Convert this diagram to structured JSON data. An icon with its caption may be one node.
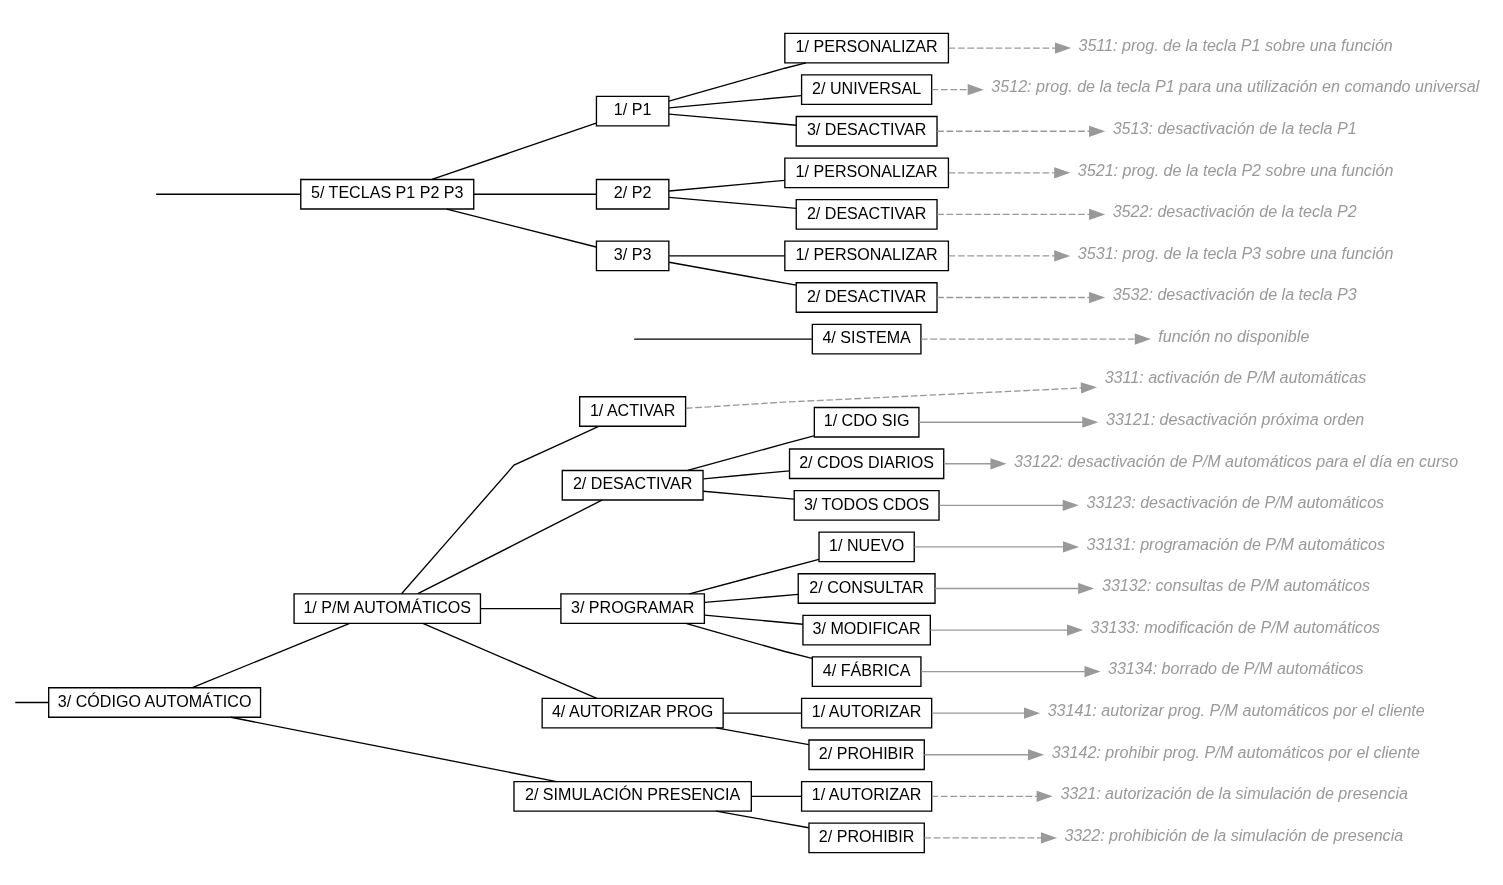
{
  "diagram": {
    "nodes": [
      {
        "text": [
          "3/ CÓDIGO AUTOMÁTICO"
        ]
      },
      {
        "text": [
          "1/ P/M AUTOMÁTICOS"
        ]
      },
      {
        "text": [
          "1/ ACTIVAR"
        ]
      },
      {
        "text": [
          "3311: activación de P/M automáticas"
        ]
      },
      {
        "text": [
          "2/ DESACTIVAR"
        ]
      },
      {
        "text": [
          "1/ CDO SIG"
        ]
      },
      {
        "text": [
          "33121: desactivación próxima orden"
        ]
      },
      {
        "text": [
          "2/ CDOS DIARIOS"
        ]
      },
      {
        "text": [
          "33122: desactivación de P/M automáticos para el día en curso"
        ]
      },
      {
        "text": [
          "3/ TODOS CDOS"
        ]
      },
      {
        "text": [
          "33123: desactivación de P/M automáticos"
        ]
      },
      {
        "text": [
          "3/ PROGRAMAR"
        ]
      },
      {
        "text": [
          "1/ NUEVO"
        ]
      },
      {
        "text": [
          "33131: programación de P/M automáticos"
        ]
      },
      {
        "text": [
          "2/ CONSULTAR"
        ]
      },
      {
        "text": [
          "33132: consultas de P/M automáticos"
        ]
      },
      {
        "text": [
          "3/ MODIFICAR"
        ]
      },
      {
        "text": [
          "33133: modificación de P/M automáticos"
        ]
      },
      {
        "text": [
          "4/ FÁBRICA"
        ]
      },
      {
        "text": [
          "33134: borrado de P/M automáticos"
        ]
      },
      {
        "text": [
          "4/ AUTORIZAR PROG"
        ]
      },
      {
        "text": [
          "1/ AUTORIZAR"
        ]
      },
      {
        "text": [
          "33141: autorizar prog. P/M automáticos por el cliente"
        ]
      },
      {
        "text": [
          "2/ PROHIBIR"
        ]
      },
      {
        "text": [
          "33142: prohibir prog. P/M automáticos por el cliente"
        ]
      },
      {
        "text": [
          "2/ SIMULACIÓN PRESENCIA"
        ]
      },
      {
        "text": [
          "1/ AUTORIZAR"
        ]
      },
      {
        "text": [
          "3321: autorización de la simulación de presencia"
        ]
      },
      {
        "text": [
          "2/ PROHIBIR"
        ]
      },
      {
        "text": [
          "3322: prohibición de la simulación de presencia"
        ]
      },
      {
        "text": [
          "4/ SISTEMA"
        ]
      },
      {
        "text": [
          "función no disponible"
        ]
      },
      {
        "text": [
          "5/ TECLAS P1 P2 P3"
        ]
      },
      {
        "text": [
          "1/ P1"
        ]
      },
      {
        "text": [
          "1/ PERSONALIZAR"
        ]
      },
      {
        "text": [
          "3511: prog. de la tecla P1 sobre una función"
        ]
      },
      {
        "text": [
          "2/ UNIVERSAL"
        ]
      },
      {
        "text": [
          "3512: prog. de la tecla P1 para una utilización en comando universal"
        ]
      },
      {
        "text": [
          "3/ DESACTIVAR"
        ]
      },
      {
        "text": [
          "3513: desactivación de la tecla P1"
        ]
      },
      {
        "text": [
          "2/ P2"
        ]
      },
      {
        "text": [
          "1/ PERSONALIZAR"
        ]
      },
      {
        "text": [
          "3521: prog. de la tecla P2 sobre una función"
        ]
      },
      {
        "text": [
          "2/ DESACTIVAR"
        ]
      },
      {
        "text": [
          "3522: desactivación de la tecla P2"
        ]
      },
      {
        "text": [
          "3/ P3"
        ]
      },
      {
        "text": [
          "1/ PERSONALIZAR"
        ]
      },
      {
        "text": [
          "3531: prog. de la tecla P3 sobre una función"
        ]
      },
      {
        "text": [
          "2/ DESACTIVAR"
        ]
      },
      {
        "text": [
          "3532: desactivación de la tecla P3"
        ]
      }
    ],
    "edges": [
      {
        "from": null,
        "to": 0,
        "arrow": "none"
      },
      {
        "from": null,
        "to": 30,
        "arrow": "none"
      },
      {
        "from": null,
        "to": 32,
        "arrow": "none"
      },
      {
        "from": 0,
        "to": 1,
        "arrow": "none"
      },
      {
        "from": 0,
        "to": 25,
        "arrow": "none"
      },
      {
        "from": 1,
        "to": 2,
        "arrow": "none"
      },
      {
        "from": 1,
        "to": 4,
        "arrow": "none"
      },
      {
        "from": 1,
        "to": 11,
        "arrow": "none"
      },
      {
        "from": 1,
        "to": 20,
        "arrow": "none"
      },
      {
        "from": 2,
        "to": 3,
        "arrow": "to",
        "style": "dashed",
        "color": "#999999"
      },
      {
        "from": 4,
        "to": 5,
        "arrow": "none"
      },
      {
        "from": 4,
        "to": 7,
        "arrow": "none"
      },
      {
        "from": 4,
        "to": 9,
        "arrow": "none"
      },
      {
        "from": 5,
        "to": 6,
        "arrow": "to",
        "color": "#999999"
      },
      {
        "from": 7,
        "to": 8,
        "arrow": "to",
        "color": "#999999"
      },
      {
        "from": 9,
        "to": 10,
        "arrow": "to",
        "color": "#999999"
      },
      {
        "from": 11,
        "to": 12,
        "arrow": "none"
      },
      {
        "from": 11,
        "to": 14,
        "arrow": "none"
      },
      {
        "from": 11,
        "to": 16,
        "arrow": "none"
      },
      {
        "from": 11,
        "to": 18,
        "arrow": "none"
      },
      {
        "from": 12,
        "to": 13,
        "arrow": "to",
        "color": "#999999"
      },
      {
        "from": 14,
        "to": 15,
        "arrow": "to",
        "color": "#999999"
      },
      {
        "from": 16,
        "to": 17,
        "arrow": "to",
        "color": "#999999"
      },
      {
        "from": 18,
        "to": 19,
        "arrow": "to",
        "color": "#999999"
      },
      {
        "from": 20,
        "to": 21,
        "arrow": "none"
      },
      {
        "from": 20,
        "to": 23,
        "arrow": "none"
      },
      {
        "from": 21,
        "to": 22,
        "arrow": "to",
        "color": "#999999"
      },
      {
        "from": 23,
        "to": 24,
        "arrow": "to",
        "color": "#999999"
      },
      {
        "from": 25,
        "to": 26,
        "arrow": "none"
      },
      {
        "from": 25,
        "to": 28,
        "arrow": "none"
      },
      {
        "from": 26,
        "to": 27,
        "arrow": "to",
        "style": "dashed",
        "color": "#999999"
      },
      {
        "from": 28,
        "to": 29,
        "arrow": "to",
        "style": "dashed",
        "color": "#999999"
      },
      {
        "from": 30,
        "to": 31,
        "arrow": "to",
        "style": "dashed",
        "color": "#999999"
      },
      {
        "from": 32,
        "to": 33,
        "arrow": "none"
      },
      {
        "from": 32,
        "to": 40,
        "arrow": "none"
      },
      {
        "from": 32,
        "to": 45,
        "arrow": "none"
      },
      {
        "from": 33,
        "to": 34,
        "arrow": "none"
      },
      {
        "from": 33,
        "to": 36,
        "arrow": "none"
      },
      {
        "from": 33,
        "to": 38,
        "arrow": "none"
      },
      {
        "from": 34,
        "to": 35,
        "arrow": "to",
        "style": "dashed",
        "color": "#999999"
      },
      {
        "from": 36,
        "to": 37,
        "arrow": "to",
        "style": "dashed",
        "color": "#999999"
      },
      {
        "from": 38,
        "to": 39,
        "arrow": "to",
        "style": "dashed",
        "color": "#999999"
      },
      {
        "from": 40,
        "to": 41,
        "arrow": "none"
      },
      {
        "from": 40,
        "to": 43,
        "arrow": "none"
      },
      {
        "from": 41,
        "to": 42,
        "arrow": "to",
        "style": "dashed",
        "color": "#999999"
      },
      {
        "from": 43,
        "to": 44,
        "arrow": "to",
        "style": "dashed",
        "color": "#999999"
      },
      {
        "from": 45,
        "to": 46,
        "arrow": "none"
      },
      {
        "from": 45,
        "to": 48,
        "arrow": "none"
      },
      {
        "from": 46,
        "to": 47,
        "arrow": "to",
        "style": "dashed",
        "color": "#999999"
      },
      {
        "from": 48,
        "to": 49,
        "arrow": "to",
        "style": "dashed",
        "color": "#999999"
      }
    ]
  }
}
